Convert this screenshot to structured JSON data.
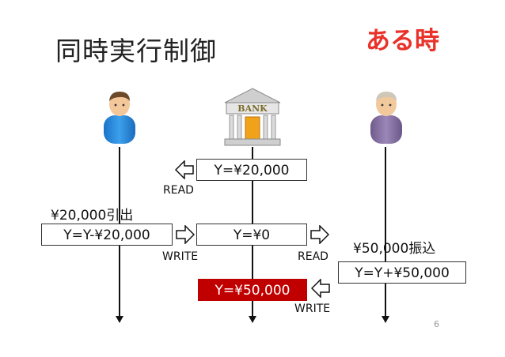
{
  "title": "同時実行制御",
  "tag": "ある時",
  "bank_sign": "BANK",
  "actions": {
    "left_op": "¥20,000引出",
    "right_op": "¥50,000振込"
  },
  "values": {
    "bank_read_1": "Y=¥20,000",
    "left_calc": "Y=Y-¥20,000",
    "bank_after_write_1": "Y=¥0",
    "right_calc": "Y=Y+¥50,000",
    "bank_after_write_2": "Y=¥50,000"
  },
  "labels": {
    "read_1": "READ",
    "write_1": "WRITE",
    "read_2": "READ",
    "write_2": "WRITE"
  },
  "page_number": "6",
  "colors": {
    "accent": "#e8322a",
    "highlight": "#c00000"
  }
}
